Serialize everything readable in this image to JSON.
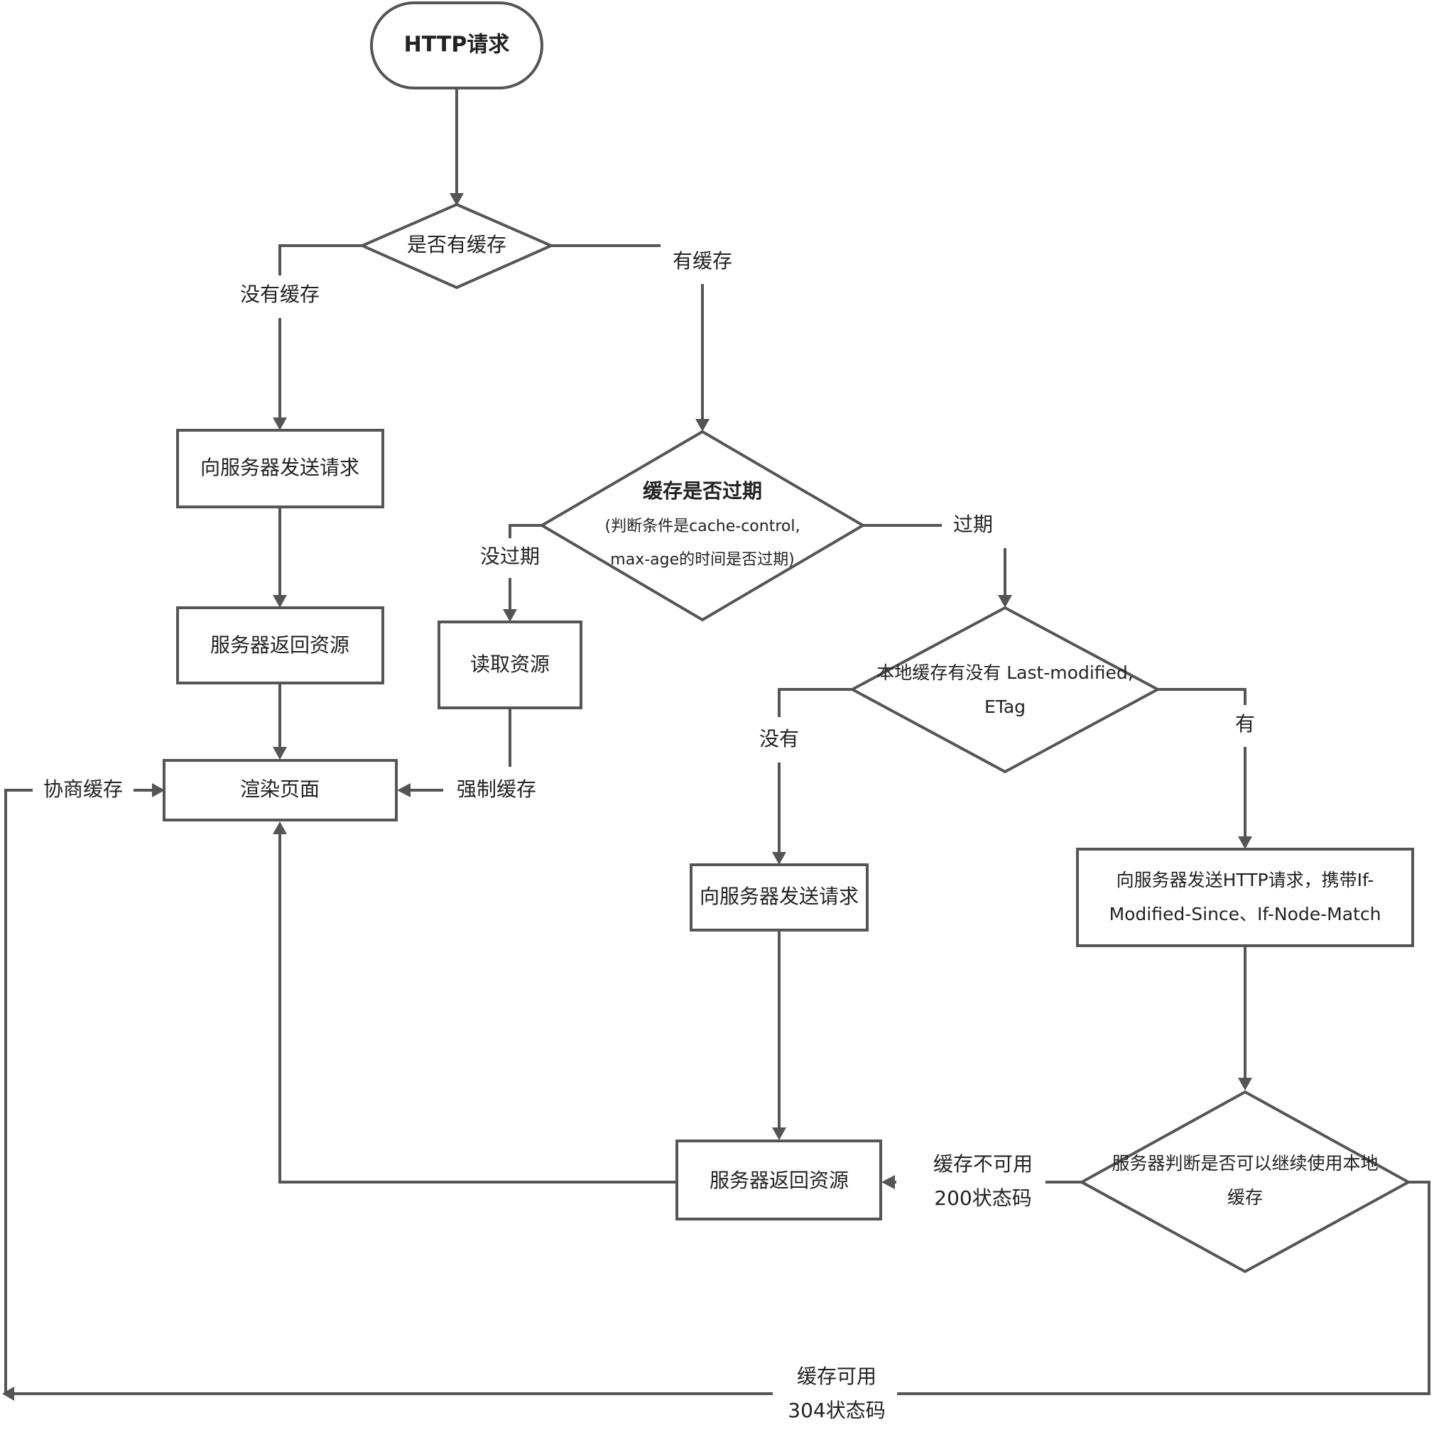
{
  "nodes": {
    "start": "HTTP请求",
    "has_cache": "是否有缓存",
    "send_request_1": "向服务器发送请求",
    "server_return_1": "服务器返回资源",
    "render_page": "渲染页面",
    "expired_title": "缓存是否过期",
    "expired_line1": "(判断条件是cache-control,",
    "expired_line2": "max-age的时间是否过期)",
    "read_resource": "读取资源",
    "validators_line1": "本地缓存有没有 Last-modified,",
    "validators_line2": "ETag",
    "send_request_2": "向服务器发送请求",
    "conditional_line1": "向服务器发送HTTP请求，携带If-",
    "conditional_line2": "Modified-Since、If-Node-Match",
    "server_return_2": "服务器返回资源",
    "server_judge_line1": "服务器判断是否可以继续使用本地",
    "server_judge_line2": "缓存"
  },
  "labels": {
    "no_cache": "没有缓存",
    "has_cache": "有缓存",
    "not_expired": "没过期",
    "expired": "过期",
    "no_validators": "没有",
    "has_validators": "有",
    "forced_cache": "强制缓存",
    "negotiated_cache": "协商缓存",
    "cache_unavailable": "缓存不可用",
    "status_200": "200状态码",
    "cache_available": "缓存可用",
    "status_304": "304状态码"
  }
}
